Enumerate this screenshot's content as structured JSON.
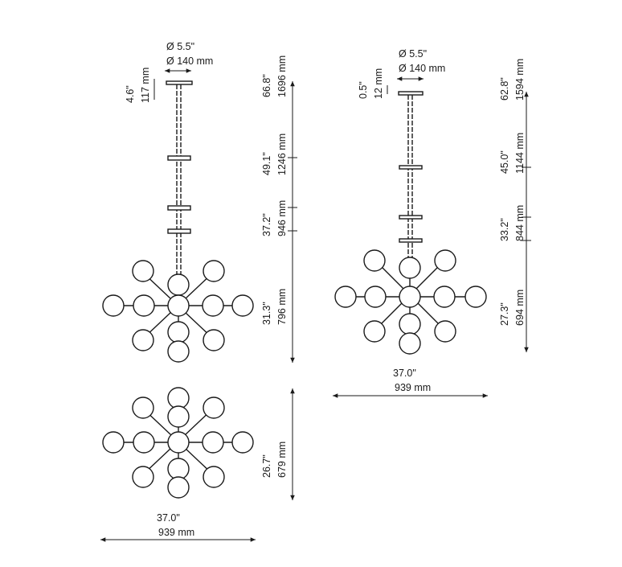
{
  "left_elevation": {
    "canopy": {
      "inch": "Ø 5.5\"",
      "mm": "Ø 140 mm"
    },
    "canopy_drop": {
      "inch": "4.6\"",
      "mm": "117 mm"
    },
    "heights": [
      {
        "inch": "66.8\"",
        "mm": "1696 mm"
      },
      {
        "inch": "49.1\"",
        "mm": "1246 mm"
      },
      {
        "inch": "37.2\"",
        "mm": "946 mm"
      },
      {
        "inch": "31.3\"",
        "mm": "796 mm"
      }
    ]
  },
  "left_plan": {
    "height": {
      "inch": "26.7\"",
      "mm": "679 mm"
    },
    "width": {
      "inch": "37.0\"",
      "mm": "939 mm"
    }
  },
  "right_elevation": {
    "canopy": {
      "inch": "Ø 5.5\"",
      "mm": "Ø 140 mm"
    },
    "canopy_drop": {
      "inch": "0.5\"",
      "mm": "12 mm"
    },
    "heights": [
      {
        "inch": "62.8\"",
        "mm": "1594 mm"
      },
      {
        "inch": "45.0\"",
        "mm": "1144 mm"
      },
      {
        "inch": "33.2\"",
        "mm": "844 mm"
      },
      {
        "inch": "27.3\"",
        "mm": "694 mm"
      }
    ],
    "width": {
      "inch": "37.0\"",
      "mm": "939 mm"
    }
  }
}
